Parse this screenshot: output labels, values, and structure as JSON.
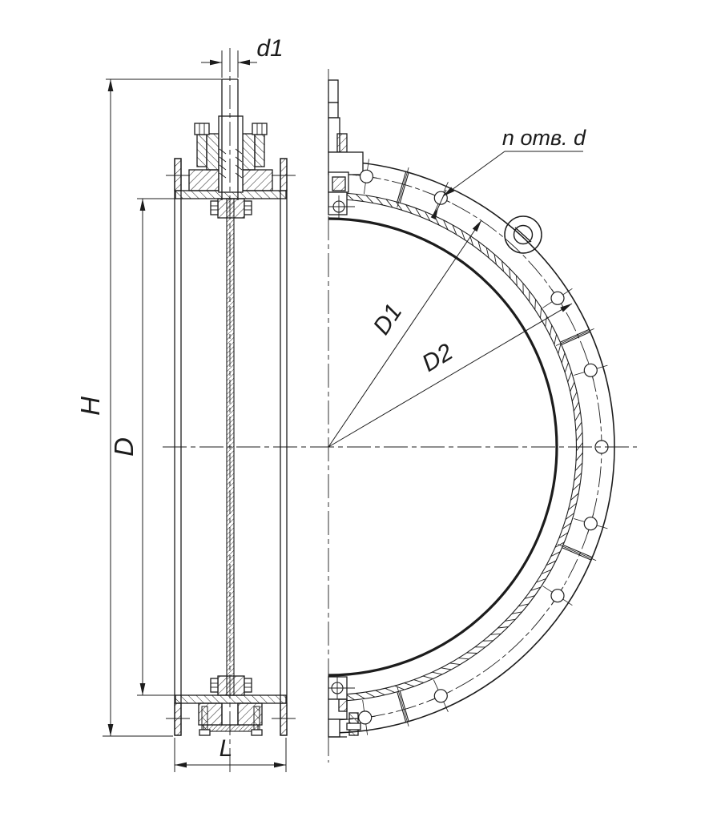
{
  "labels": {
    "H": "H",
    "D": "D",
    "L": "L",
    "d1": "d1",
    "D1": "D1",
    "D2": "D2",
    "holes_note": "n отв. d"
  },
  "colors": {
    "ink": "#1c1c1c",
    "paper": "#ffffff"
  }
}
